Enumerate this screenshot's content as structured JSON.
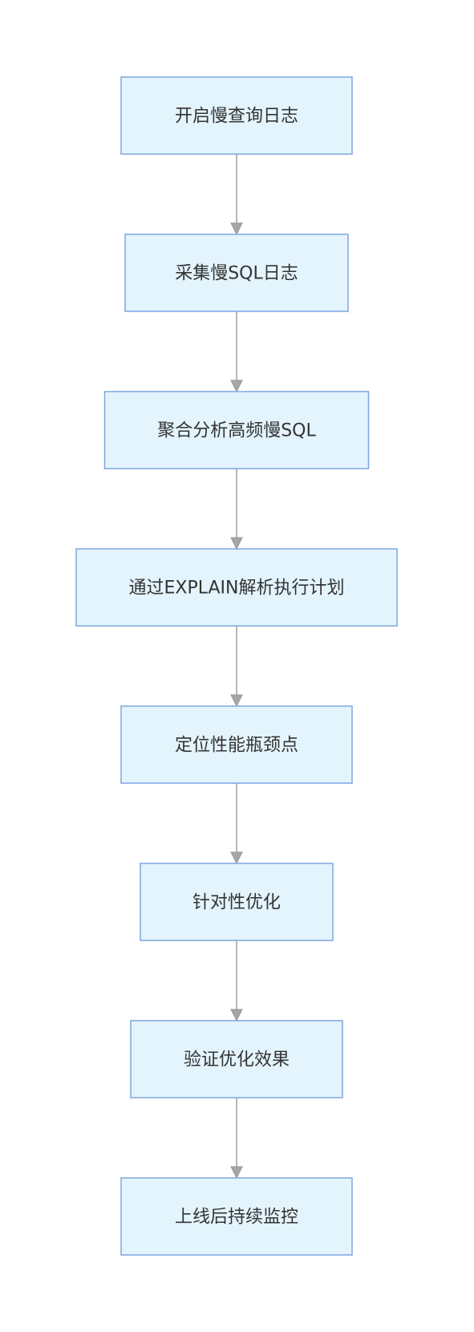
{
  "flowchart": {
    "steps": [
      "开启慢查询日志",
      "采集慢SQL日志",
      "聚合分析高频慢SQL",
      "通过EXPLAIN解析执行计划",
      "定位性能瓶颈点",
      "针对性优化",
      "验证优化效果",
      "上线后持续监控"
    ],
    "colors": {
      "node_fill": "#e3f4fd",
      "node_border": "#7ea6e0",
      "arrow": "#a6a6a6",
      "text": "#333333"
    }
  }
}
